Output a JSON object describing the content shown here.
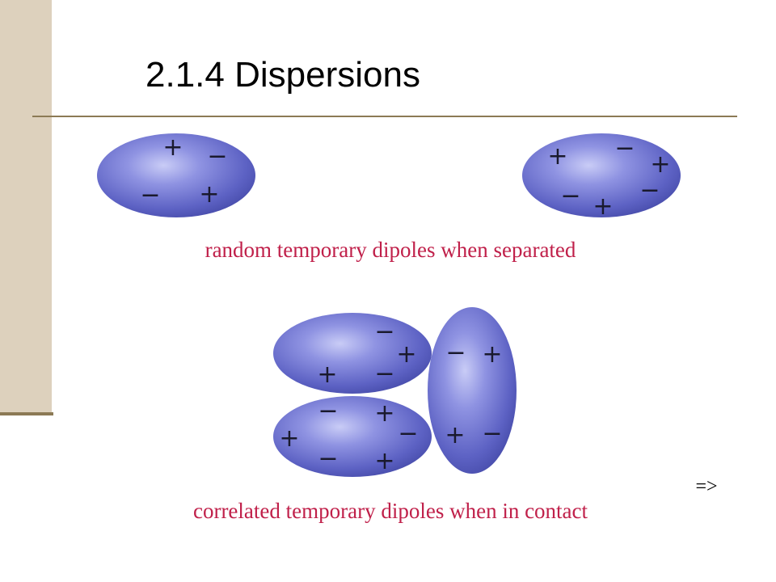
{
  "slide": {
    "title": "2.1.4 Dispersions",
    "next_label": "=>"
  },
  "captions": {
    "separated": "random temporary dipoles when separated",
    "contact": "correlated temporary dipoles when in contact"
  },
  "signs": {
    "plus": "+",
    "minus": "−"
  },
  "colors": {
    "caption": "#c0204a",
    "accent": "#8c7a55",
    "sidebar": "#ddd1bd",
    "molecule": "#6a6fd0"
  }
}
